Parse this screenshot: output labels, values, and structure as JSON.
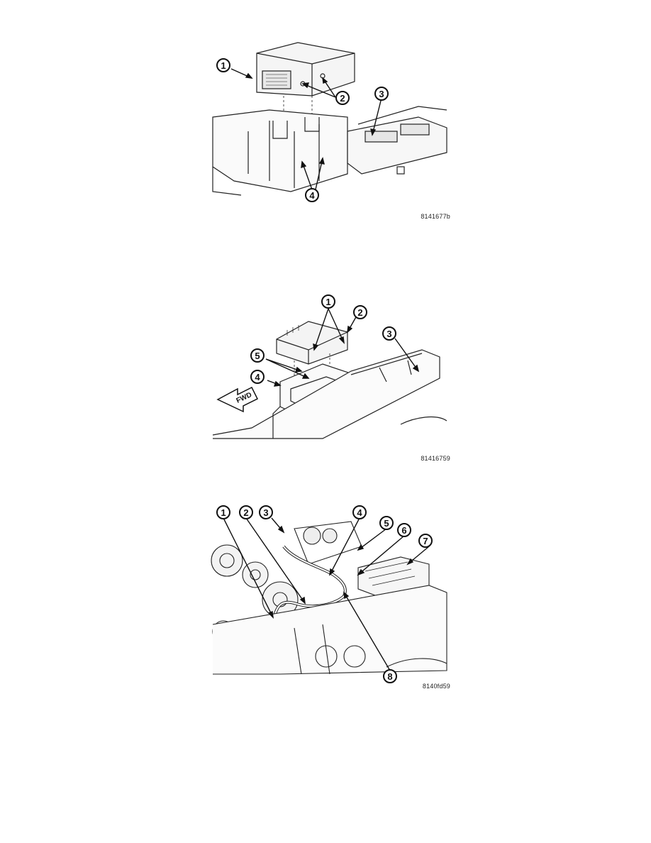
{
  "figures": [
    {
      "id_label": "8141677b",
      "callouts": [
        "1",
        "2",
        "3",
        "4"
      ]
    },
    {
      "id_label": "81416759",
      "fwd_label": "FWD",
      "callouts": [
        "1",
        "2",
        "3",
        "4",
        "5"
      ]
    },
    {
      "id_label": "8140fd59",
      "callouts": [
        "1",
        "2",
        "3",
        "4",
        "5",
        "6",
        "7",
        "8"
      ]
    }
  ]
}
